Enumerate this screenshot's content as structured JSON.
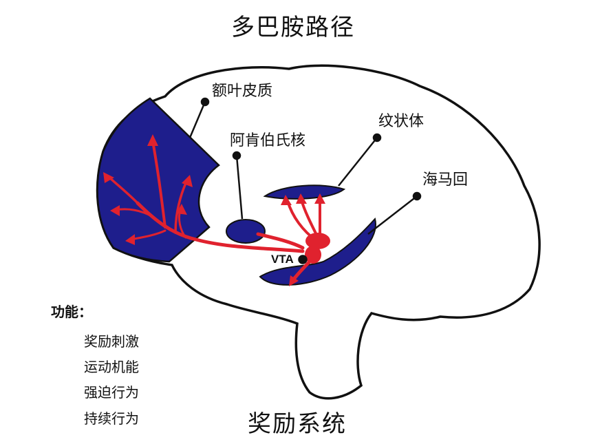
{
  "title": "多巴胺路径",
  "footer_title": "奖励系统",
  "labels": {
    "prefrontal_cortex": "额叶皮质",
    "nucleus_accumbens": "阿肯伯氏核",
    "striatum": "纹状体",
    "hippocampus": "海马回",
    "vta": "VTA"
  },
  "functions": {
    "heading": "功能：",
    "items": [
      "奖励刺激",
      "运动机能",
      "强迫行为",
      "持续行为"
    ]
  },
  "colors": {
    "region": "#1e1e8c",
    "pathway": "#e0222e",
    "outline": "#111111"
  }
}
